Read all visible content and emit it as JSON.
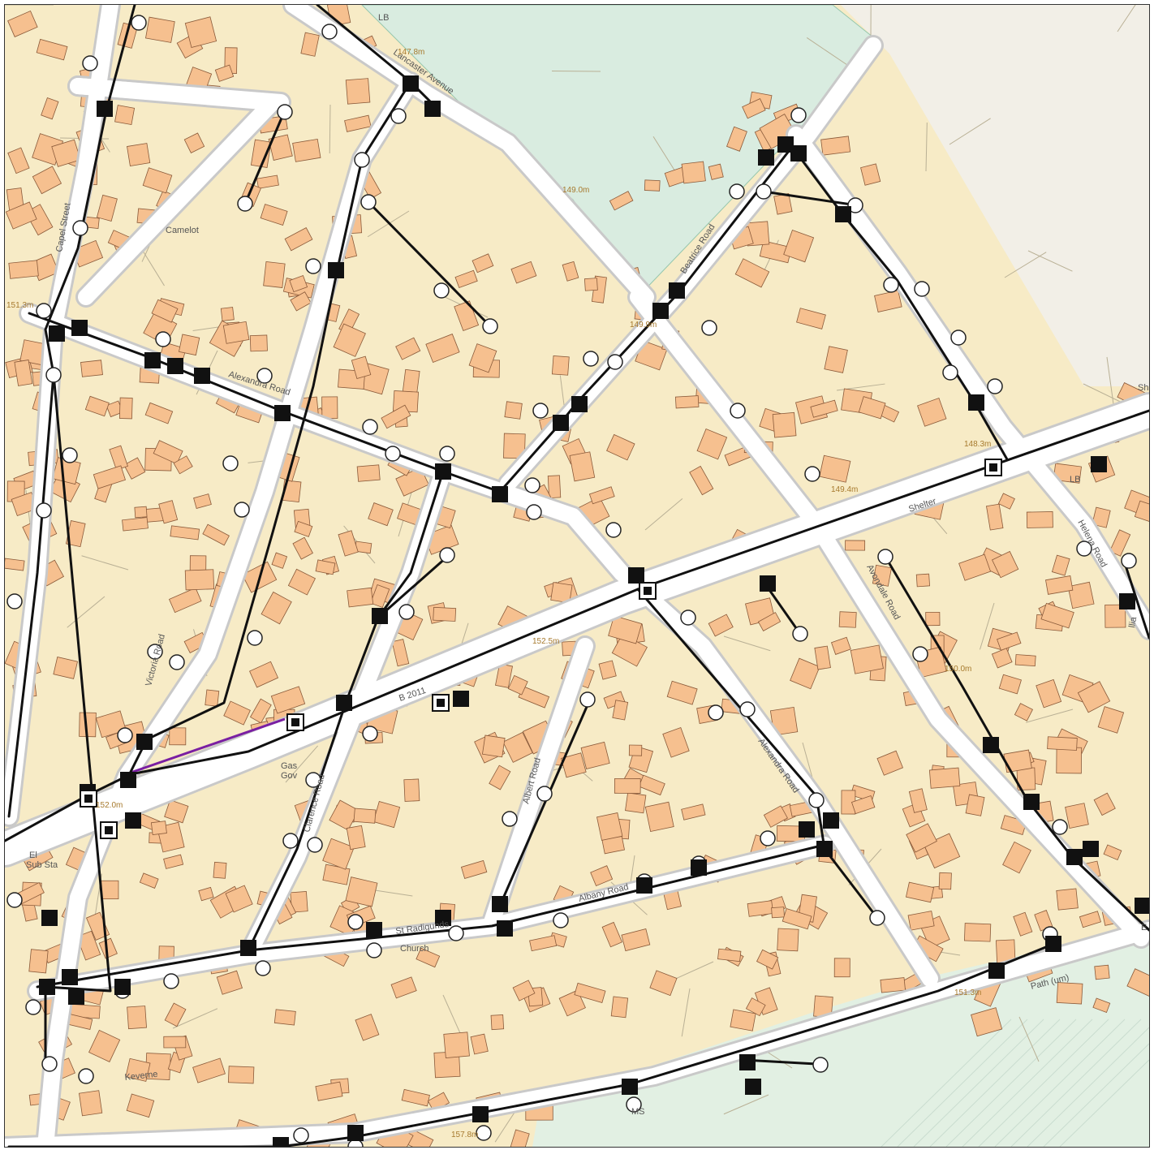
{
  "colors": {
    "land": "#f7ebc6",
    "parcel_line": "#b9b095",
    "building": "#f6c08f",
    "building_stroke": "#8a5a3a",
    "road_fill": "#ffffff",
    "road_casing": "#c9c9c9",
    "green": "#d9ece0",
    "open_land": "#f2efe7",
    "water_outline": "#96c7ae",
    "network": "#111111",
    "highlight_segment": "#7a1fa2",
    "label": "#555555",
    "spot_height": "#a77a2e"
  },
  "road_labels": {
    "lancaster": "Lancaster Avenue",
    "capel": "Capel Street",
    "alexandra_nw": "Alexandra Road",
    "beatrice": "Beatrice Road",
    "victoria": "Victoria Road",
    "b2011": "B 2011",
    "clarence": "Clarence Road",
    "albert": "Albert Road",
    "alexandra_se": "Alexandra Road",
    "avondale": "Avondale Road",
    "helena": "Helena Road",
    "albany": "Albany Road",
    "st_radigunds": "St Radigunds",
    "path": "Path (um)",
    "helena_short": "llia"
  },
  "place_labels": {
    "lb_top": "LB",
    "lb_right": "LB",
    "camelot": "Camelot",
    "shelter": "Shelter",
    "gas_gov_1": "Gas",
    "gas_gov_2": "Gov",
    "el_sub_1": "El",
    "el_sub_2": "Sub Sta",
    "church": "Church",
    "keverne": "Keverne",
    "ms": "MS",
    "right_edge_e": "E",
    "right_edge_sh": "Sh"
  },
  "spot_heights": {
    "h1478": "147.8m",
    "h1490": "149.0m",
    "h1513a": "151.3m",
    "h1499": "149.9m",
    "h1483": "148.3m",
    "h1494": "149.4m",
    "h1525": "152.5m",
    "h1500": "150.0m",
    "h1520": "152.0m",
    "h1513b": "151.3m",
    "h1578": "157.8m"
  }
}
